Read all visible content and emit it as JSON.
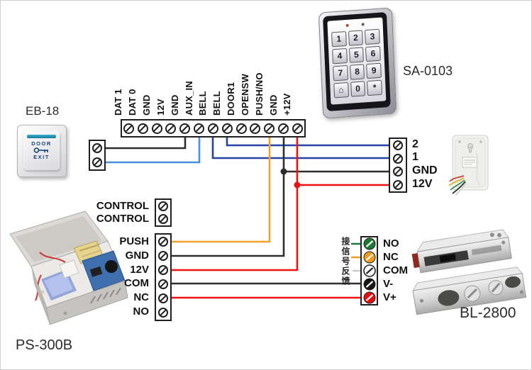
{
  "colors": {
    "wire_black": "#2e2e2e",
    "wire_light_blue": "#4a90e2",
    "wire_dark_blue": "#2743a6",
    "wire_orange": "#f5a028",
    "wire_red": "#ee1111",
    "stub_green": "#157a3a",
    "stub_orange": "#f09b1b",
    "stub_grey": "#c9c9c9"
  },
  "top_strip": {
    "terminals": [
      "DAT 1",
      "DAT 0",
      "GND",
      "12V",
      "GND",
      "AUX_IN",
      "BELL",
      "BELL",
      "DOOR1",
      "OPENSW",
      "PUSH/NO",
      "GND",
      "+12V"
    ]
  },
  "right_block": {
    "rows": [
      "2",
      "1",
      "GND",
      "12V"
    ]
  },
  "control_block": {
    "rows": [
      "CONTROL",
      "CONTROL"
    ]
  },
  "power_block": {
    "rows": [
      "PUSH",
      "GND",
      "12V",
      "COM",
      "NC",
      "NO"
    ]
  },
  "relay_block": {
    "note": "接信号反馈",
    "rows": [
      {
        "label": "NO",
        "color": "#1d7a33",
        "slash": "#ffffff"
      },
      {
        "label": "NC",
        "color": "#f09b1b",
        "slash": "#ffffff"
      },
      {
        "label": "COM",
        "color": "#ffffff",
        "slash": "#222222"
      },
      {
        "label": "V-",
        "color": "#161616",
        "slash": "#ffffff"
      },
      {
        "label": "V+",
        "color": "#e80c0c",
        "slash": "#ffffff"
      }
    ]
  },
  "devices": {
    "exit_button": {
      "model": "EB-18",
      "line1": "DOOR",
      "line2": "EXIT"
    },
    "keypad": {
      "model": "SA-0103",
      "keys": [
        "1",
        "2",
        "3",
        "4",
        "5",
        "6",
        "7",
        "8",
        "9",
        "⌂",
        "0",
        "*"
      ]
    },
    "power_supply": {
      "model": "PS-300B"
    },
    "lock": {
      "model": "BL-2800"
    }
  }
}
